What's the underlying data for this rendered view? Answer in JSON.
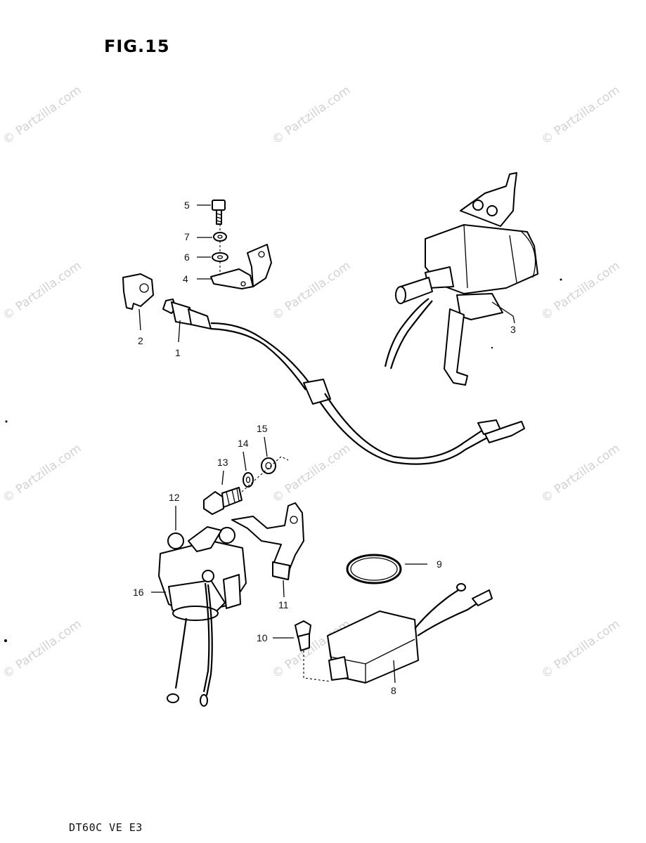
{
  "figure": {
    "title": "FIG.15",
    "footer": "DT60C VE E3"
  },
  "watermark": {
    "text": "© Partzilla.com"
  },
  "callouts": {
    "c1": "1",
    "c2": "2",
    "c3": "3",
    "c4": "4",
    "c5": "5",
    "c6": "6",
    "c7": "7",
    "c8": "8",
    "c9": "9",
    "c10": "10",
    "c11": "11",
    "c12": "12",
    "c13": "13",
    "c14": "14",
    "c15": "15",
    "c16": "16"
  }
}
